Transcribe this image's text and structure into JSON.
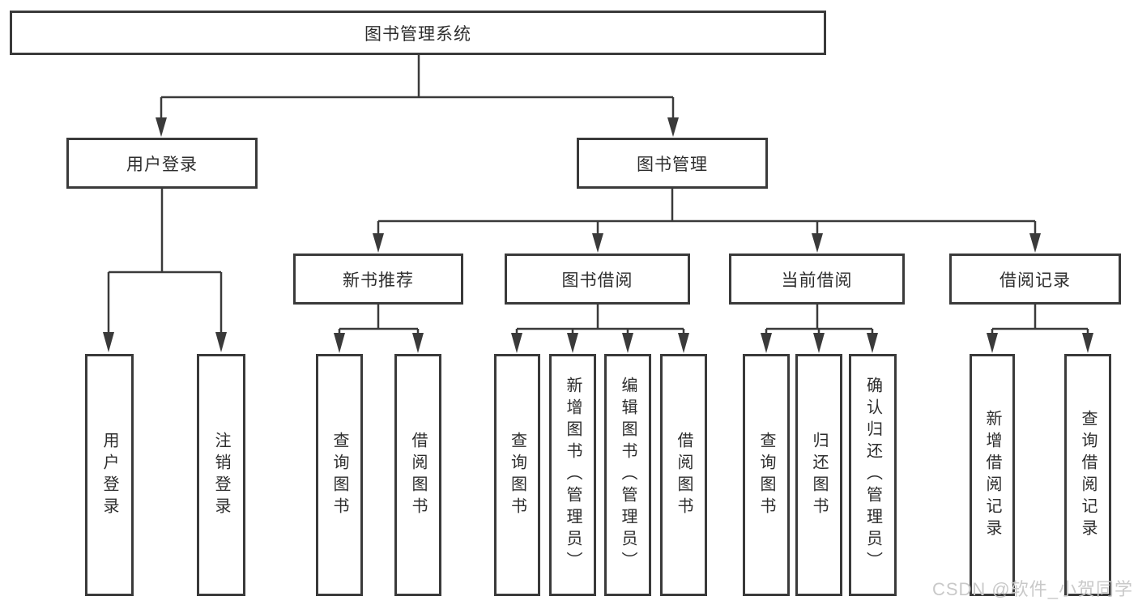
{
  "diagram": {
    "title_node": {
      "label": "图书管理系统"
    },
    "level2": [
      {
        "id": "user-login",
        "label": "用户登录"
      },
      {
        "id": "book-management",
        "label": "图书管理"
      }
    ],
    "level3": [
      {
        "id": "new-book-recommend",
        "label": "新书推荐"
      },
      {
        "id": "book-borrow",
        "label": "图书借阅"
      },
      {
        "id": "current-borrow",
        "label": "当前借阅"
      },
      {
        "id": "borrow-records",
        "label": "借阅记录"
      }
    ],
    "leaves": [
      {
        "parent": "用户登录",
        "label": "用户登录"
      },
      {
        "parent": "用户登录",
        "label": "注销登录"
      },
      {
        "parent": "新书推荐",
        "label": "查询图书"
      },
      {
        "parent": "新书推荐",
        "label": "借阅图书"
      },
      {
        "parent": "图书借阅",
        "label": "查询图书"
      },
      {
        "parent": "图书借阅",
        "label": "新增图书（管理员）"
      },
      {
        "parent": "图书借阅",
        "label": "编辑图书（管理员）"
      },
      {
        "parent": "图书借阅",
        "label": "借阅图书"
      },
      {
        "parent": "当前借阅",
        "label": "查询图书"
      },
      {
        "parent": "当前借阅",
        "label": "归还图书"
      },
      {
        "parent": "当前借阅",
        "label": "确认归还（管理员）"
      },
      {
        "parent": "借阅记录",
        "label": "新增借阅记录"
      },
      {
        "parent": "借阅记录",
        "label": "查询借阅记录"
      }
    ],
    "colors": {
      "line": "#3a3a3a",
      "text": "#2d2d2d",
      "background": "#ffffff"
    }
  },
  "watermark": {
    "text": "CSDN @软件_小贺同学"
  }
}
